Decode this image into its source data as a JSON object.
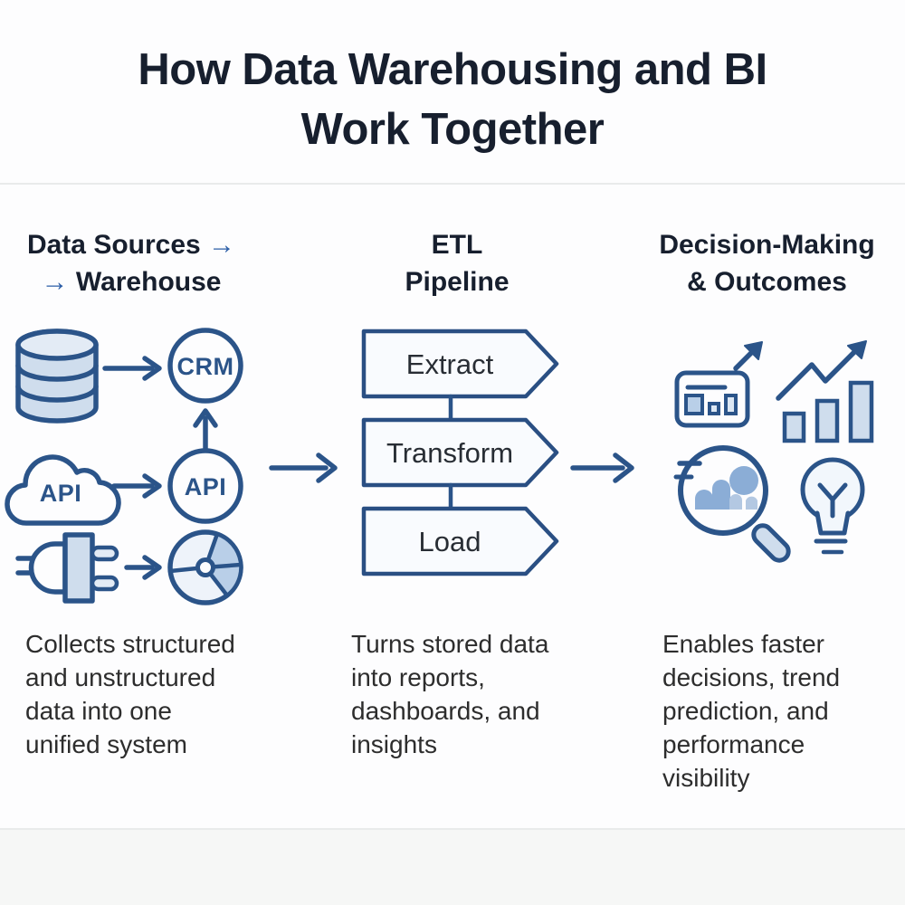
{
  "title": "How Data Warehousing and BI\nWork Together",
  "col1": {
    "header_line1_text": "Data Sources",
    "header_arrow": "→",
    "header_line2_text": "Warehouse",
    "cloud_label": "API",
    "crm_label": "CRM",
    "api_label": "API",
    "description": "Collects structured\nand unstructured\ndata into one\nunified system"
  },
  "col2": {
    "header": "ETL\nPipeline",
    "steps": [
      "Extract",
      "Transform",
      "Load"
    ],
    "description": "Turns stored data\ninto reports,\ndashboards, and\ninsights"
  },
  "col3": {
    "header": "Decision-Making\n& Outcomes",
    "description": "Enables faster\ndecisions, trend\nprediction, and\nperformance\nvisibility"
  },
  "colors": {
    "icon_stroke_navy": "#2b5489",
    "title_navy": "#171f2e",
    "body_text": "#2d2d2d",
    "light_blue_fill": "#cfdded",
    "medium_blue_fill": "#8badd6",
    "header_arrow_blue": "#2c5ea7"
  }
}
